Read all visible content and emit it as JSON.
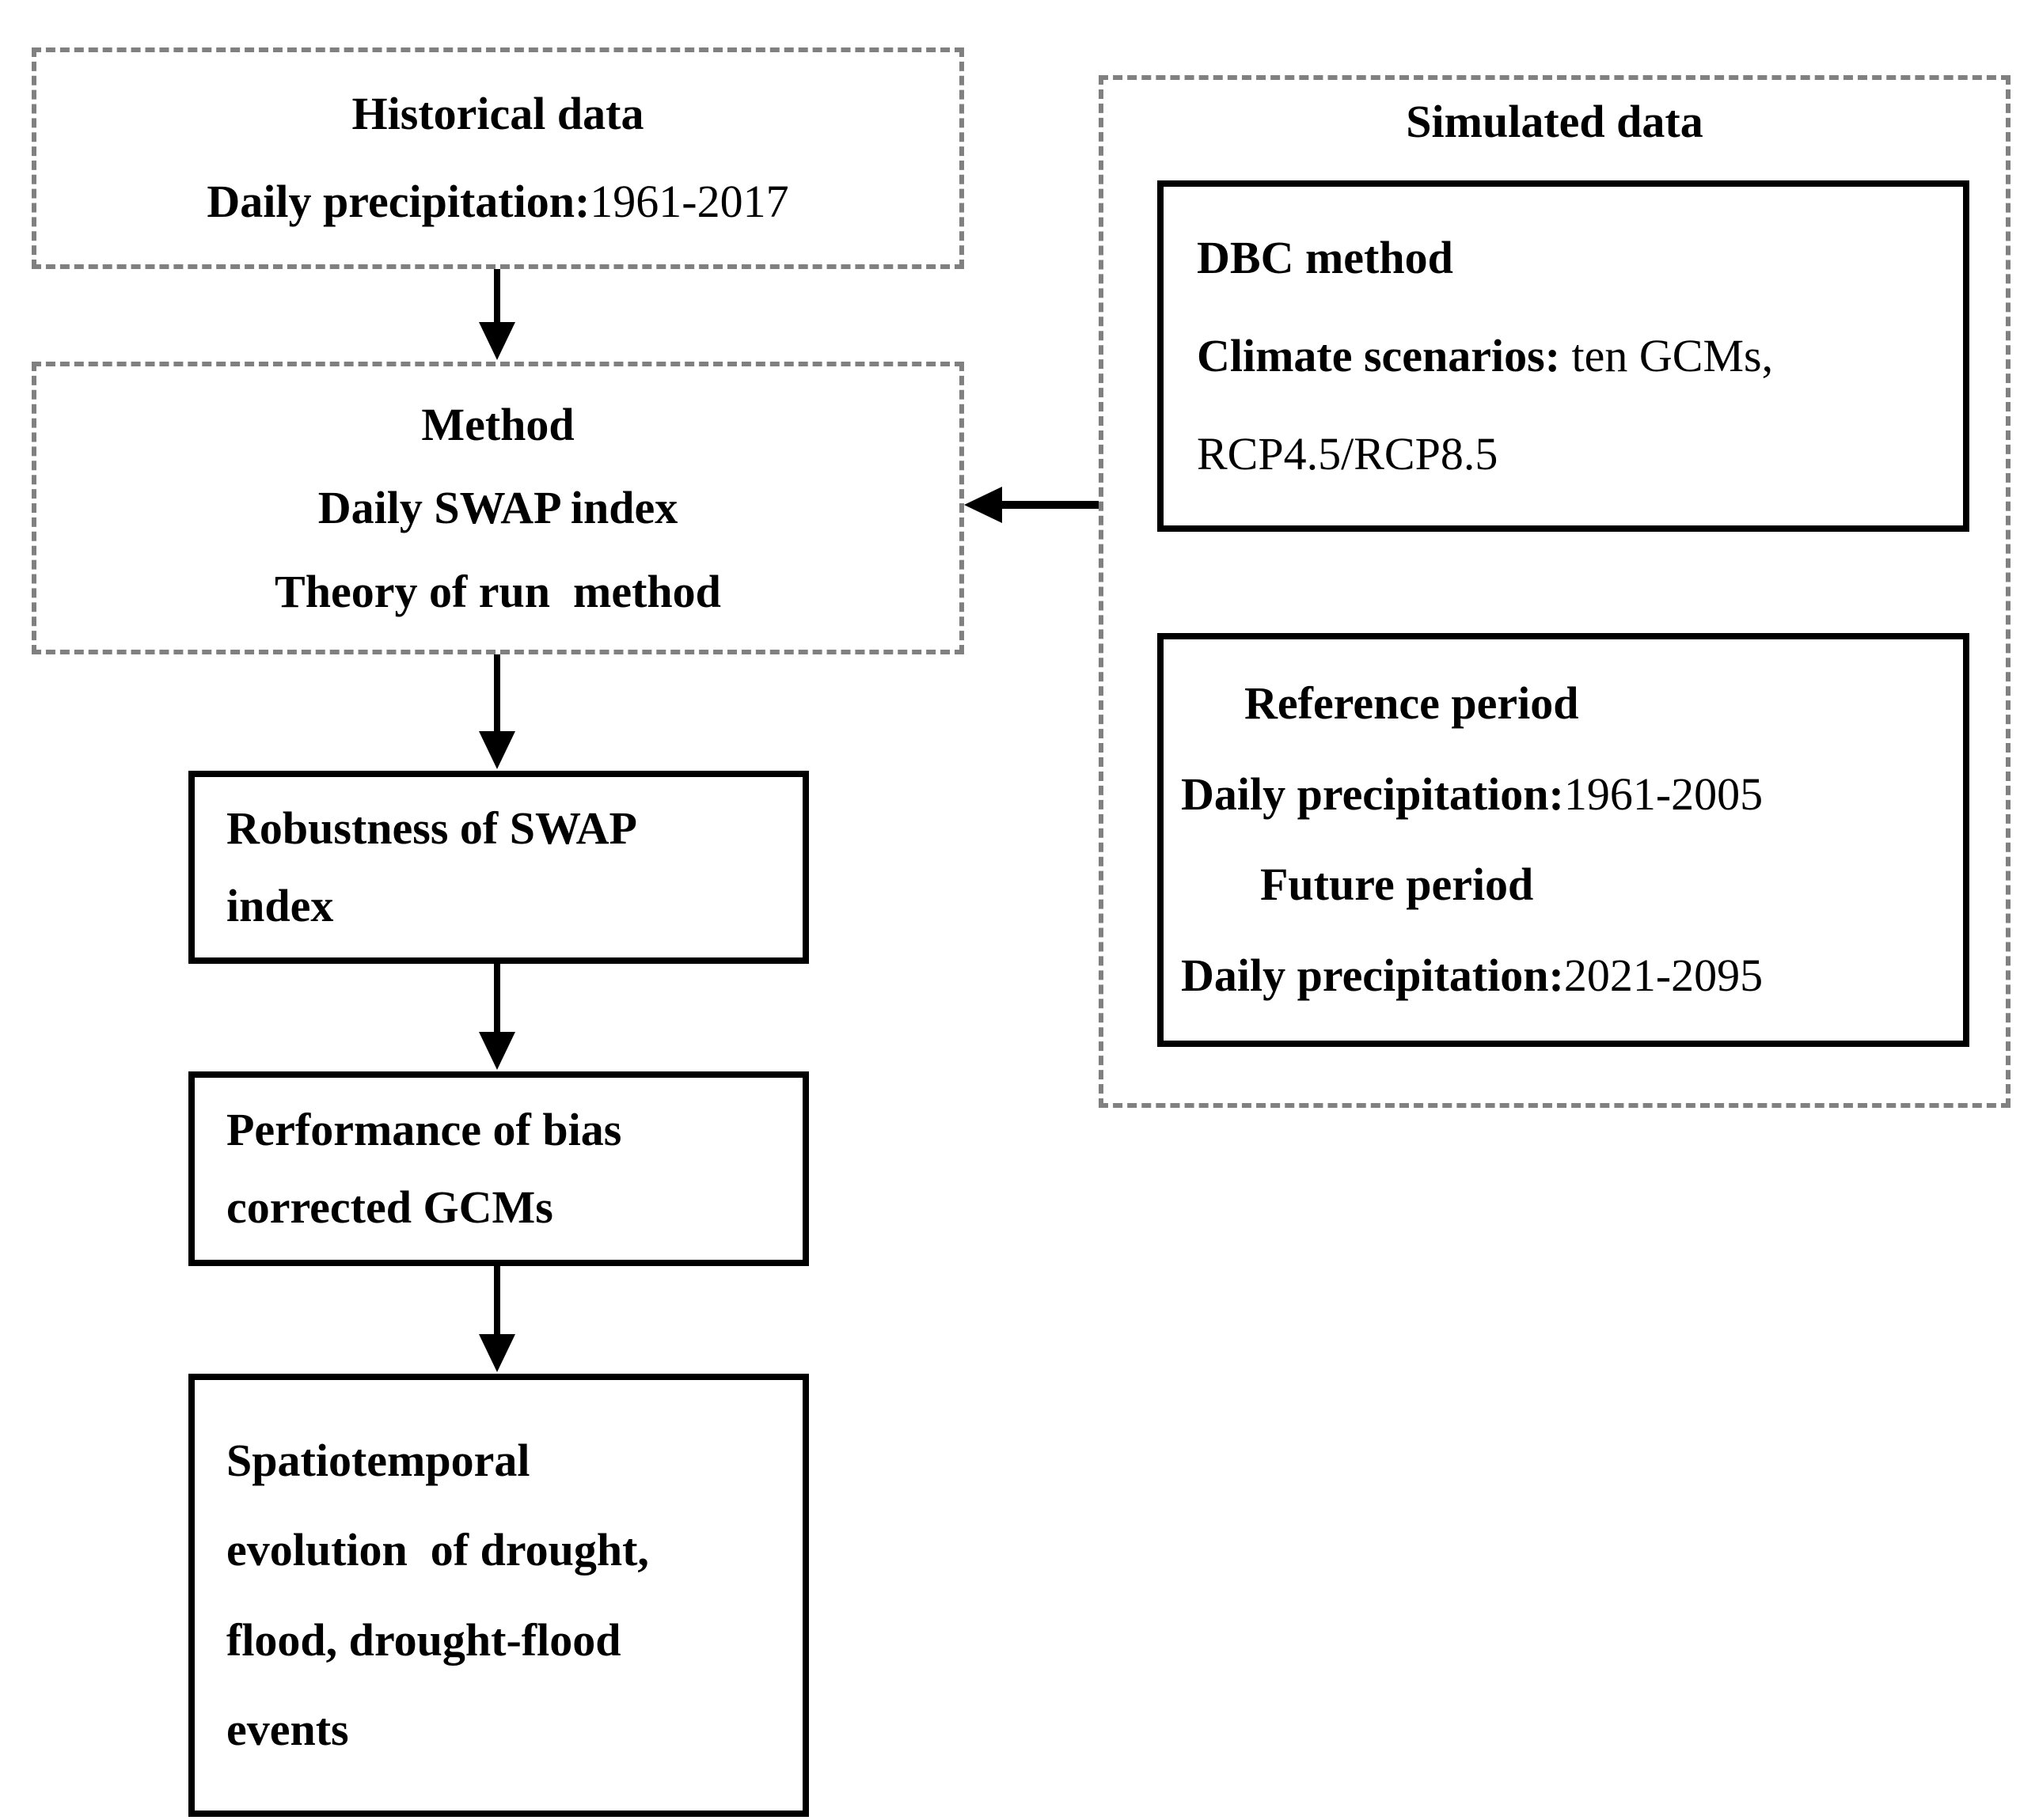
{
  "diagram": {
    "historical": {
      "title": "Historical data",
      "precip_label": "Daily precipitation:",
      "precip_value": "1961-2017"
    },
    "method": {
      "lines": [
        "Method",
        "Daily SWAP index",
        "Theory of run  method"
      ]
    },
    "robustness": {
      "lines": [
        "Robustness of SWAP",
        "index"
      ]
    },
    "performance": {
      "lines": [
        "Performance of bias",
        "corrected GCMs"
      ]
    },
    "spatiotemporal": {
      "lines": [
        "Spatiotemporal",
        "evolution  of drought,",
        "flood, drought-flood",
        "events"
      ]
    },
    "simulated": {
      "title": "Simulated data"
    },
    "dbc": {
      "method_line": "DBC method",
      "scenarios_label": "Climate scenarios:",
      "scenarios_value": "ten GCMs,",
      "rcp_line": "RCP4.5/RCP8.5"
    },
    "reference": {
      "ref_title": "Reference period",
      "ref_label": "Daily precipitation:",
      "ref_value": "1961-2005",
      "future_title": "Future period",
      "future_label": "Daily precipitation:",
      "future_value": "2021-2095"
    }
  },
  "colors": {
    "background": "#ffffff",
    "solid_border": "#000000",
    "dashed_border": "#808080",
    "text": "#000000",
    "arrow": "#000000"
  }
}
